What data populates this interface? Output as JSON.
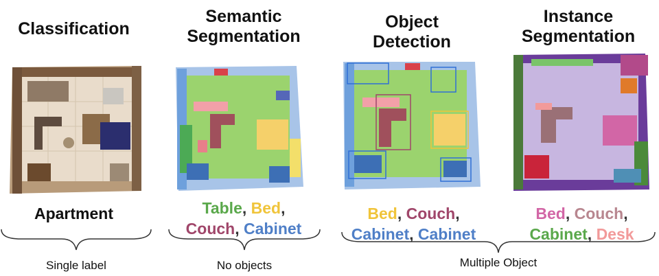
{
  "panels": [
    {
      "title_lines": [
        "Classification"
      ],
      "labels": [
        [
          {
            "text": "Apartment",
            "color": "#111111"
          }
        ]
      ]
    },
    {
      "title_lines": [
        "Semantic",
        "Segmentation"
      ],
      "labels": [
        [
          {
            "text": "Table",
            "color": "#5aa84b"
          },
          {
            "text": ", ",
            "color": "#333333"
          },
          {
            "text": "Bed",
            "color": "#f0c43a"
          },
          {
            "text": ",",
            "color": "#333333"
          }
        ],
        [
          {
            "text": "Couch",
            "color": "#a0466a"
          },
          {
            "text": ", ",
            "color": "#333333"
          },
          {
            "text": "Cabinet",
            "color": "#4f7fc7"
          }
        ]
      ]
    },
    {
      "title_lines": [
        "Object",
        "Detection"
      ],
      "labels": [
        [
          {
            "text": "Bed",
            "color": "#f0c43a"
          },
          {
            "text": ", ",
            "color": "#333333"
          },
          {
            "text": "Couch",
            "color": "#a0466a"
          },
          {
            "text": ",",
            "color": "#333333"
          }
        ],
        [
          {
            "text": "Cabinet",
            "color": "#4f7fc7"
          },
          {
            "text": ", ",
            "color": "#333333"
          },
          {
            "text": "Cabinet",
            "color": "#4f7fc7"
          }
        ]
      ]
    },
    {
      "title_lines": [
        "Instance",
        "Segmentation"
      ],
      "labels": [
        [
          {
            "text": "Bed",
            "color": "#d266a6"
          },
          {
            "text": ", ",
            "color": "#333333"
          },
          {
            "text": "Couch",
            "color": "#b8868f"
          },
          {
            "text": ",",
            "color": "#333333"
          }
        ],
        [
          {
            "text": "Cabinet",
            "color": "#5aa84b"
          },
          {
            "text": ", ",
            "color": "#333333"
          },
          {
            "text": "Desk",
            "color": "#f29a9a"
          }
        ]
      ]
    }
  ],
  "captions": {
    "single": "Single label",
    "none": "No objects",
    "multiple": "Multiple Object"
  }
}
